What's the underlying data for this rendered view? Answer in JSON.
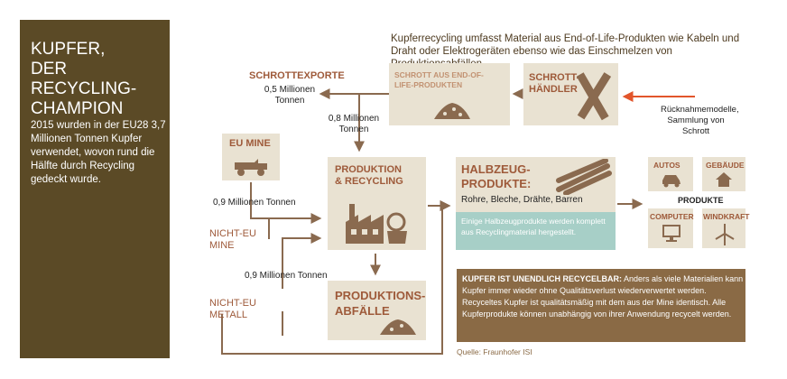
{
  "panel": {
    "title": "KUPFER,\nDER RECYCLING-\nCHAMPION",
    "text": "2015 wurden in der EU28 3,7 Millionen Tonnen Kupfer verwendet, wovon rund die Hälfte durch Recycling gedeckt wurde."
  },
  "intro": "Kupferrecycling umfasst Material aus End-of-Life-Produkten wie Kabeln und Draht oder Elektrogeräten ebenso wie das Einschmelzen von Produktionsabfällen.",
  "nodes": {
    "scrap_exports": "SCHROTTEXPORTE",
    "scrap_eol": "SCHROTT AUS END-OF-LIFE-PRODUKTEN",
    "dealer": "SCHROTT-HÄNDLER",
    "eu_mine": "EU MINE",
    "production": "PRODUKTION & RECYCLING",
    "waste": "PRODUKTIONS-ABFÄLLE",
    "semi_title": "HALBZEUG-PRODUKTE:",
    "semi_sub": "Rohre, Bleche, Drähte, Barren",
    "semi_note": "Einige Halbzeugprodukte werden komplett aus Recyclingmaterial hergestellt.",
    "non_eu_mine": "NICHT-EU MINE",
    "non_eu_metal": "NICHT-EU METALL",
    "products": "PRODUKTE",
    "autos": "AUTOS",
    "buildings": "GEBÄUDE",
    "computer": "COMPUTER",
    "wind": "WINDKRAFT"
  },
  "flows": {
    "exports_amount": "0,5 Millionen Tonnen",
    "recycled_amount": "0,8 Millionen Tonnen",
    "non_eu_mine_amount": "0,9 Millionen Tonnen",
    "non_eu_metal_amount": "0,9 Millionen Tonnen",
    "takeback": "Rücknahmemodelle, Sammlung von Schrott"
  },
  "info": {
    "lead": "KUPFER IST UNENDLICH RECYCELBAR:",
    "text": "Anders als viele Materialien kann Kupfer immer wieder ohne Qualitätsverlust wiederverwertet werden. Recyceltes Kupfer ist qualitätsmäßig mit dem aus der Mine identisch. Alle Kupferprodukte können unabhängig von ihrer Anwendung recycelt werden."
  },
  "source": "Quelle: Fraunhofer ISI",
  "colors": {
    "panel": "#5b4a26",
    "box": "#e9e2d2",
    "heading": "#9e5a3a",
    "arrow": "#8a6a4f",
    "takeback_arrow": "#e2552b",
    "teal": "#a7cfc7",
    "info": "#8a6a45"
  },
  "icons": [
    "truck-icon",
    "scrap-pile-icon",
    "pipes-icon",
    "factory-icon",
    "car-icon",
    "house-icon",
    "computer-icon",
    "wind-turbine-icon",
    "beams-icon"
  ]
}
